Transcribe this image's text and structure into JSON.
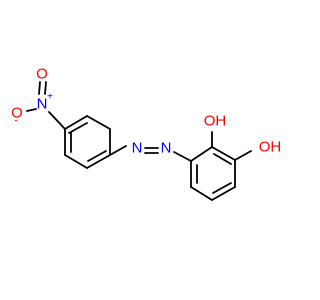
{
  "colors": {
    "carbon_bond": "#000000",
    "oxygen": "#ff0000",
    "nitrogen": "#0000ff",
    "background": "#ffffff"
  },
  "atoms": {
    "nitro_o_top": "O",
    "nitro_n": "N",
    "nitro_o_minus": "O",
    "nitro_n_charge": "+",
    "nitro_o_charge": "-",
    "azo_n1": "N",
    "azo_n2": "N",
    "oh_top": "OH",
    "oh_right": "OH"
  }
}
